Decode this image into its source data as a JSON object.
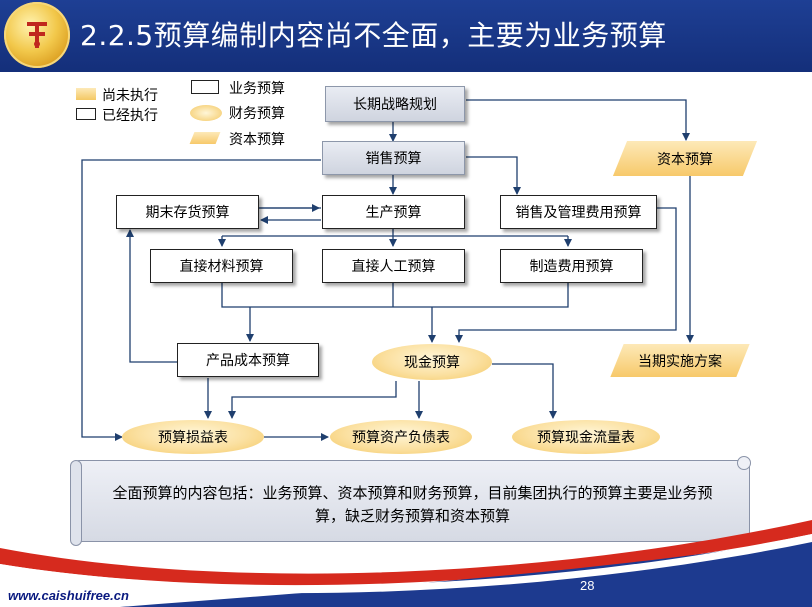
{
  "title": "2.2.5预算编制内容尚不全面，主要为业务预算",
  "legend": {
    "not_executed": "尚未执行",
    "executed": "已经执行",
    "business_budget": "业务预算",
    "financial_budget": "财务预算",
    "capital_budget": "资本预算"
  },
  "nodes": {
    "strategy": "长期战略规划",
    "sales": "销售预算",
    "capital": "资本预算",
    "ending_inventory": "期末存货预算",
    "production": "生产预算",
    "selling_admin": "销售及管理费用预算",
    "direct_material": "直接材料预算",
    "direct_labor": "直接人工预算",
    "overhead": "制造费用预算",
    "product_cost": "产品成本预算",
    "cash": "现金预算",
    "current_plan": "当期实施方案",
    "income_statement": "预算损益表",
    "balance_sheet": "预算资产负债表",
    "cash_flow": "预算现金流量表"
  },
  "note": "全面预算的内容包括：业务预算、资本预算和财务预算，目前集团执行的预算主要是业务预算，缺乏财务预算和资本预算",
  "footer": {
    "url": "www.caishuifree.cn",
    "page": "28"
  },
  "colors": {
    "header": "#1e3f94",
    "arrow": "#1f3f6e",
    "capital_fill": "#f7c96a",
    "financial_fill": "#fbe0a0",
    "executed_fill": "#d6dae4"
  }
}
